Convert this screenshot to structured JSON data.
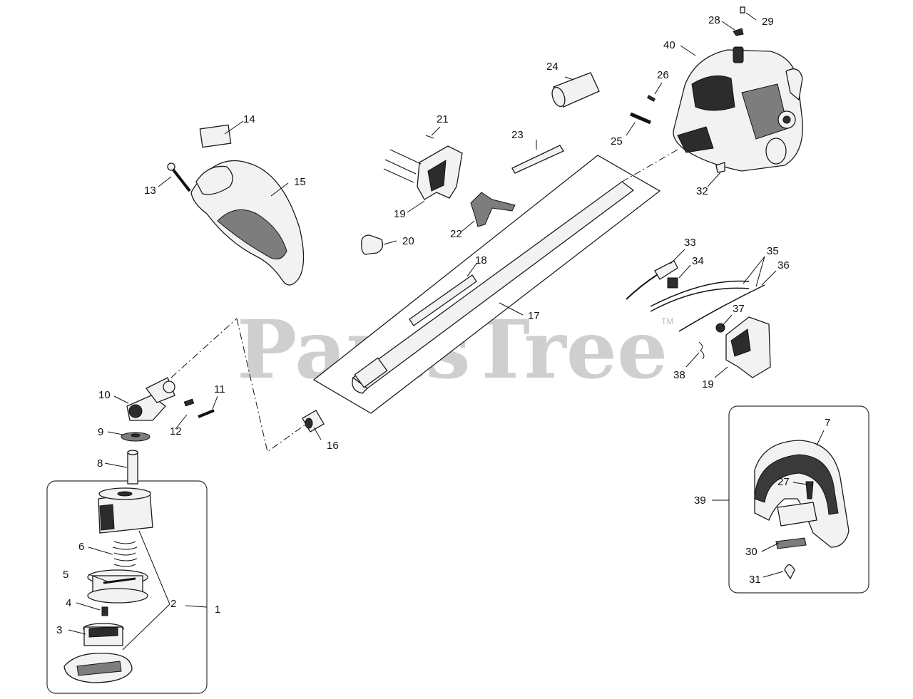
{
  "watermark": "PartsTree",
  "trademark": "TM",
  "labels": [
    "1",
    "2",
    "3",
    "4",
    "5",
    "6",
    "7",
    "8",
    "9",
    "10",
    "11",
    "12",
    "13",
    "14",
    "15",
    "16",
    "17",
    "18",
    "19",
    "19",
    "20",
    "21",
    "22",
    "23",
    "24",
    "25",
    "26",
    "27",
    "28",
    "29",
    "30",
    "31",
    "32",
    "33",
    "34",
    "35",
    "36",
    "37",
    "38",
    "39",
    "40"
  ]
}
